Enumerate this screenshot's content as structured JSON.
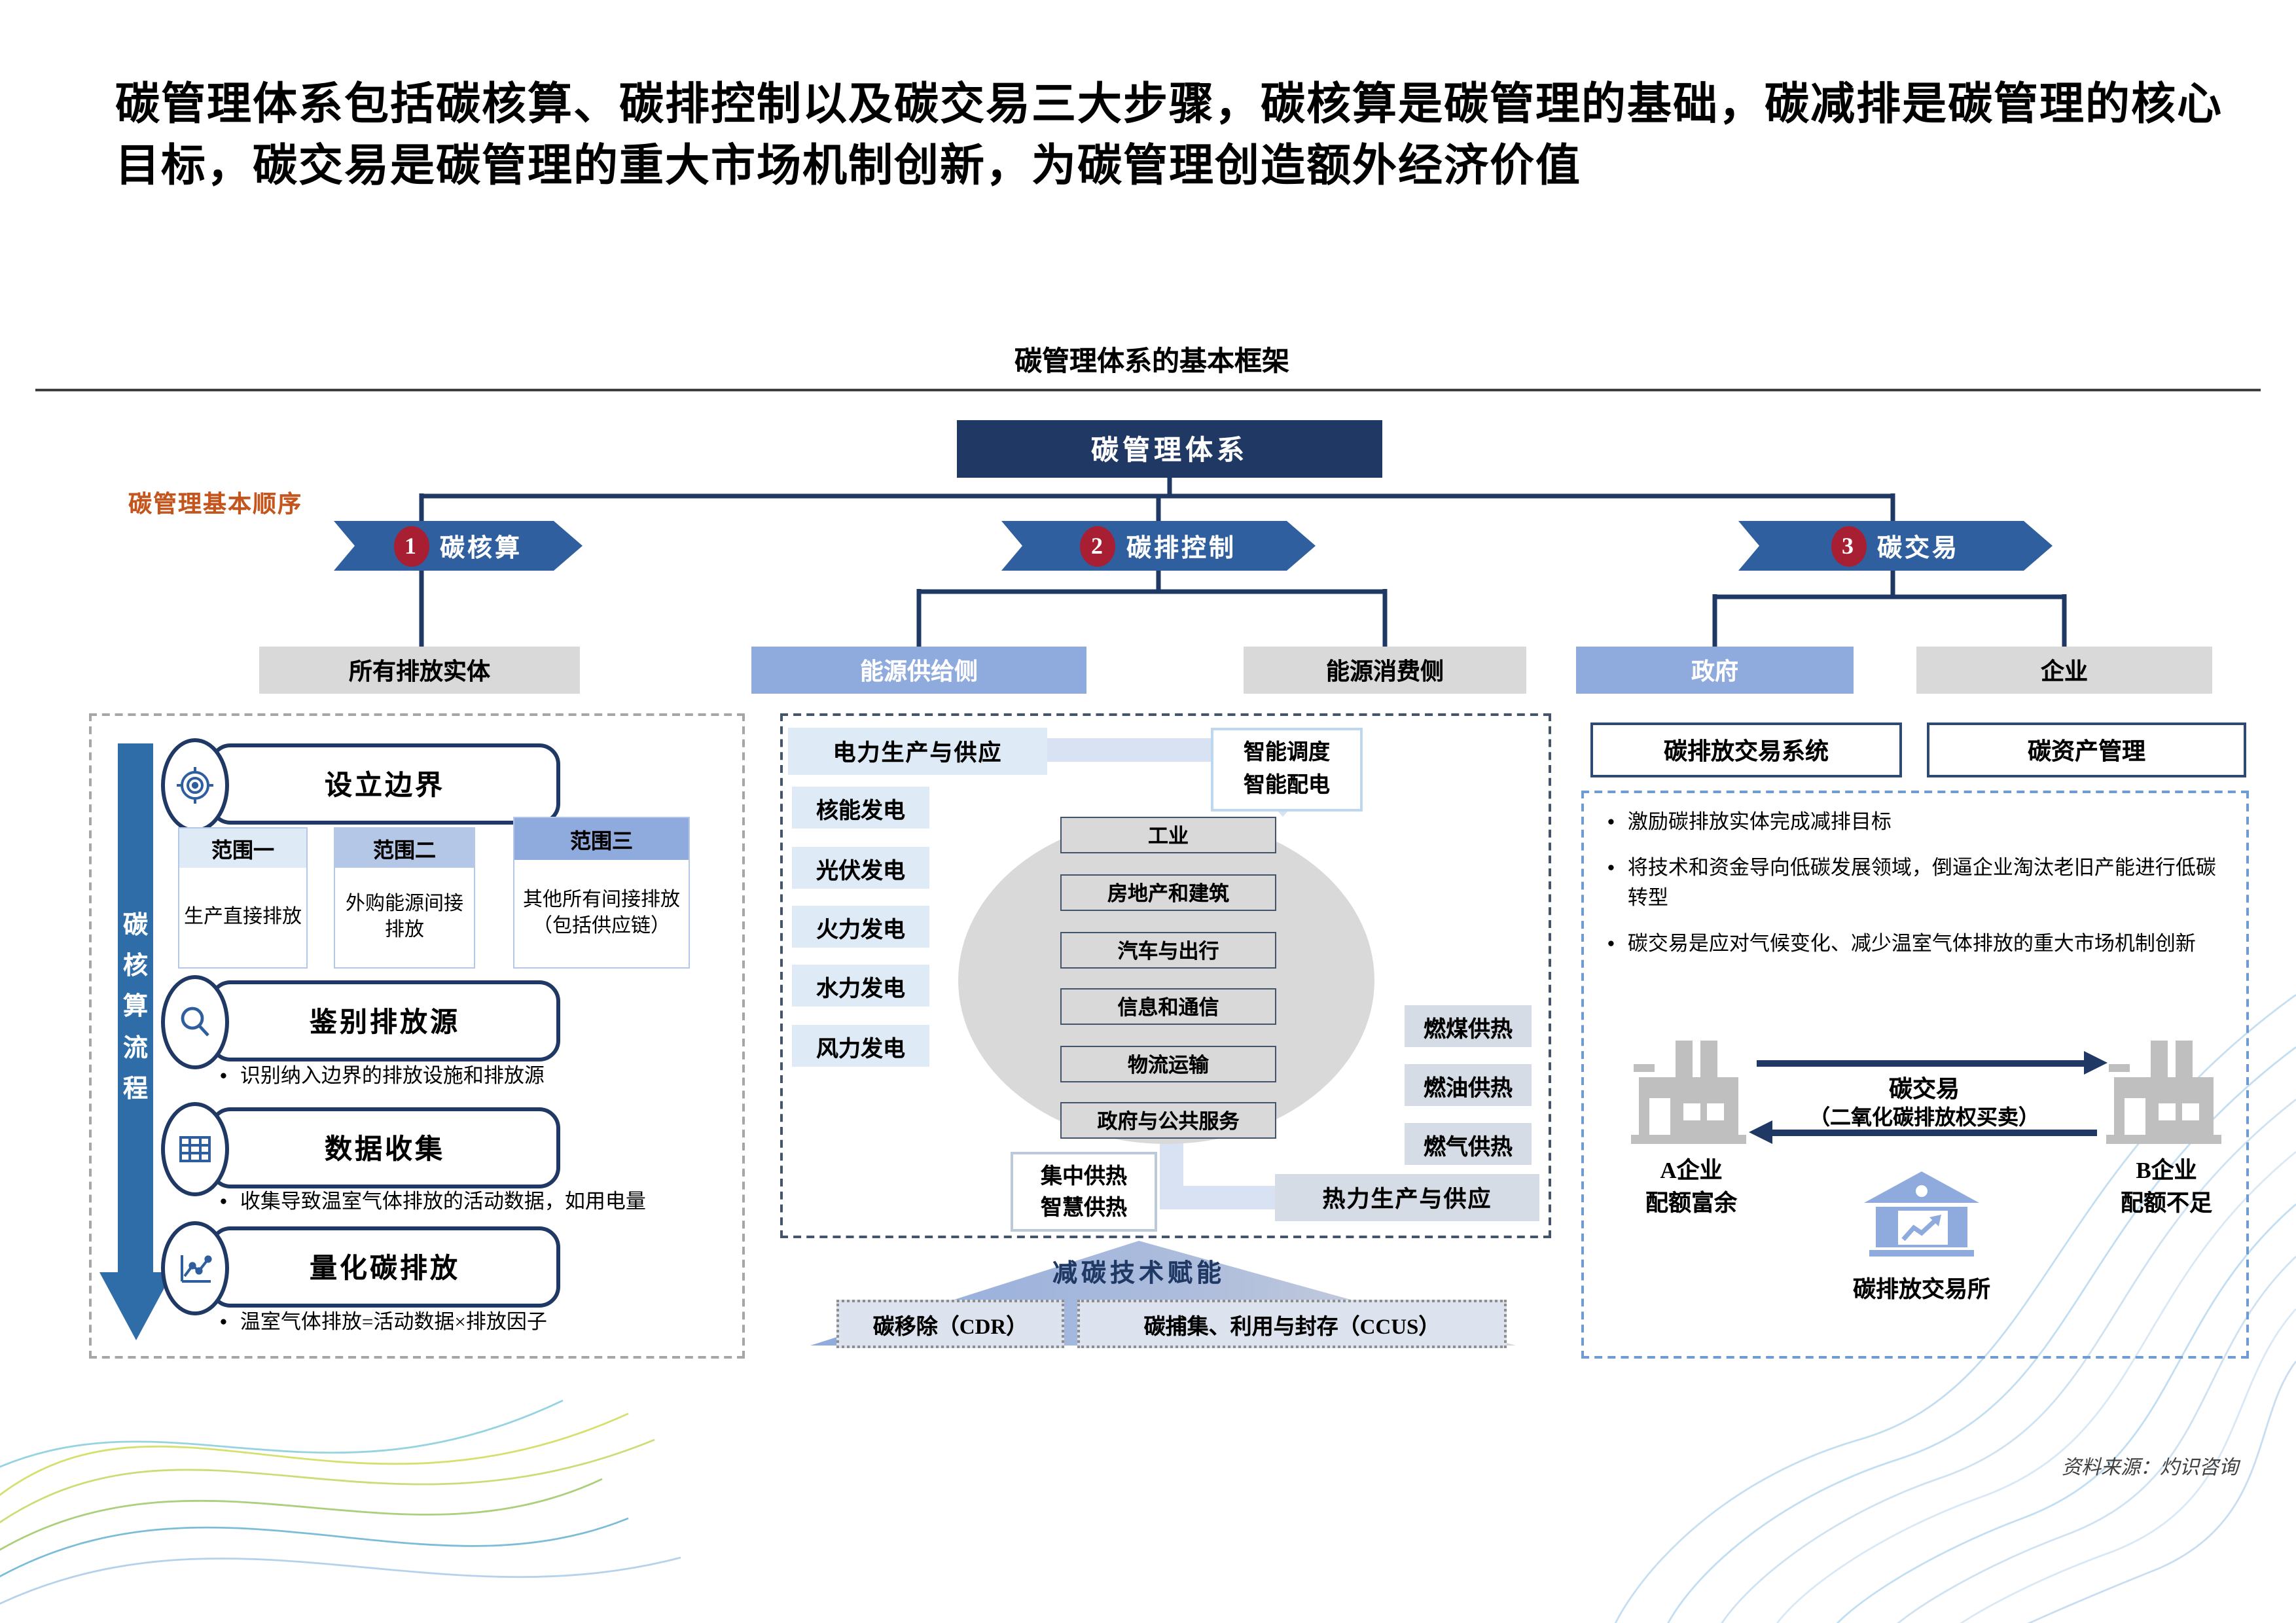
{
  "page": {
    "title": "碳管理体系包括碳核算、碳排控制以及碳交易三大步骤，碳核算是碳管理的基础，碳减排是碳管理的核心目标，碳交易是碳管理的重大市场机制创新，为碳管理创造额外经济价值",
    "subtitle": "碳管理体系的基本框架",
    "source": "资料来源：灼识咨询"
  },
  "colors": {
    "navy": "#1F3864",
    "arrow_blue": "#2F5F9E",
    "badge_red": "#A81E32",
    "mid_blue": "#8FAADC",
    "pale_blue": "#DEEBF7",
    "heat_blue": "#D6DCE5",
    "gray": "#D9D9D9",
    "orange": "#C4551C"
  },
  "root_box": "碳管理体系",
  "sequence_label": "碳管理基本顺序",
  "steps": [
    {
      "num": "1",
      "label": "碳核算"
    },
    {
      "num": "2",
      "label": "碳排控制"
    },
    {
      "num": "3",
      "label": "碳交易"
    }
  ],
  "entities": {
    "all": "所有排放实体",
    "supply": "能源供给侧",
    "demand": "能源消费侧",
    "gov": "政府",
    "ent": "企业"
  },
  "accounting": {
    "flow_label": "碳核算流程",
    "steps": [
      {
        "title": "设立边界",
        "icon": "target-icon"
      },
      {
        "title": "鉴别排放源",
        "icon": "search-icon",
        "note": "识别纳入边界的排放设施和排放源"
      },
      {
        "title": "数据收集",
        "icon": "table-icon",
        "note": "收集导致温室气体排放的活动数据，如用电量"
      },
      {
        "title": "量化碳排放",
        "icon": "chart-icon",
        "note": "温室气体排放=活动数据×排放因子"
      }
    ],
    "scopes": [
      {
        "title": "范围一",
        "body": "生产直接排放",
        "header_color": "#DEEBF7"
      },
      {
        "title": "范围二",
        "body": "外购能源间接排放",
        "header_color": "#B4C7E7"
      },
      {
        "title": "范围三",
        "body": "其他所有间接排放（包括供应链）",
        "header_color": "#8FAADC"
      }
    ]
  },
  "control": {
    "power_supply": "电力生产与供应",
    "smart": [
      "智能调度",
      "智能配电"
    ],
    "supply_items": [
      "核能发电",
      "光伏发电",
      "火力发电",
      "水力发电",
      "风力发电"
    ],
    "demand_items": [
      "工业",
      "房地产和建筑",
      "汽车与出行",
      "信息和通信",
      "物流运输",
      "政府与公共服务"
    ],
    "heat_items": [
      "燃煤供热",
      "燃油供热",
      "燃气供热"
    ],
    "district_heat": [
      "集中供热",
      "智慧供热"
    ],
    "heat_supply": "热力生产与供应",
    "tech_banner": "减碳技术赋能",
    "tech_items": [
      "碳移除（CDR）",
      "碳捕集、利用与封存（CCUS）"
    ]
  },
  "trading": {
    "system": "碳排放交易系统",
    "asset": "碳资产管理",
    "bullets": [
      "激励碳排放实体完成减排目标",
      "将技术和资金导向低碳发展领域，倒逼企业淘汰老旧产能进行低碳转型",
      "碳交易是应对气候变化、减少温室气体排放的重大市场机制创新"
    ],
    "trade_label": "碳交易",
    "trade_sub": "（二氧化碳排放权买卖）",
    "company_a": [
      "A企业",
      "配额富余"
    ],
    "company_b": [
      "B企业",
      "配额不足"
    ],
    "exchange": "碳排放交易所"
  }
}
